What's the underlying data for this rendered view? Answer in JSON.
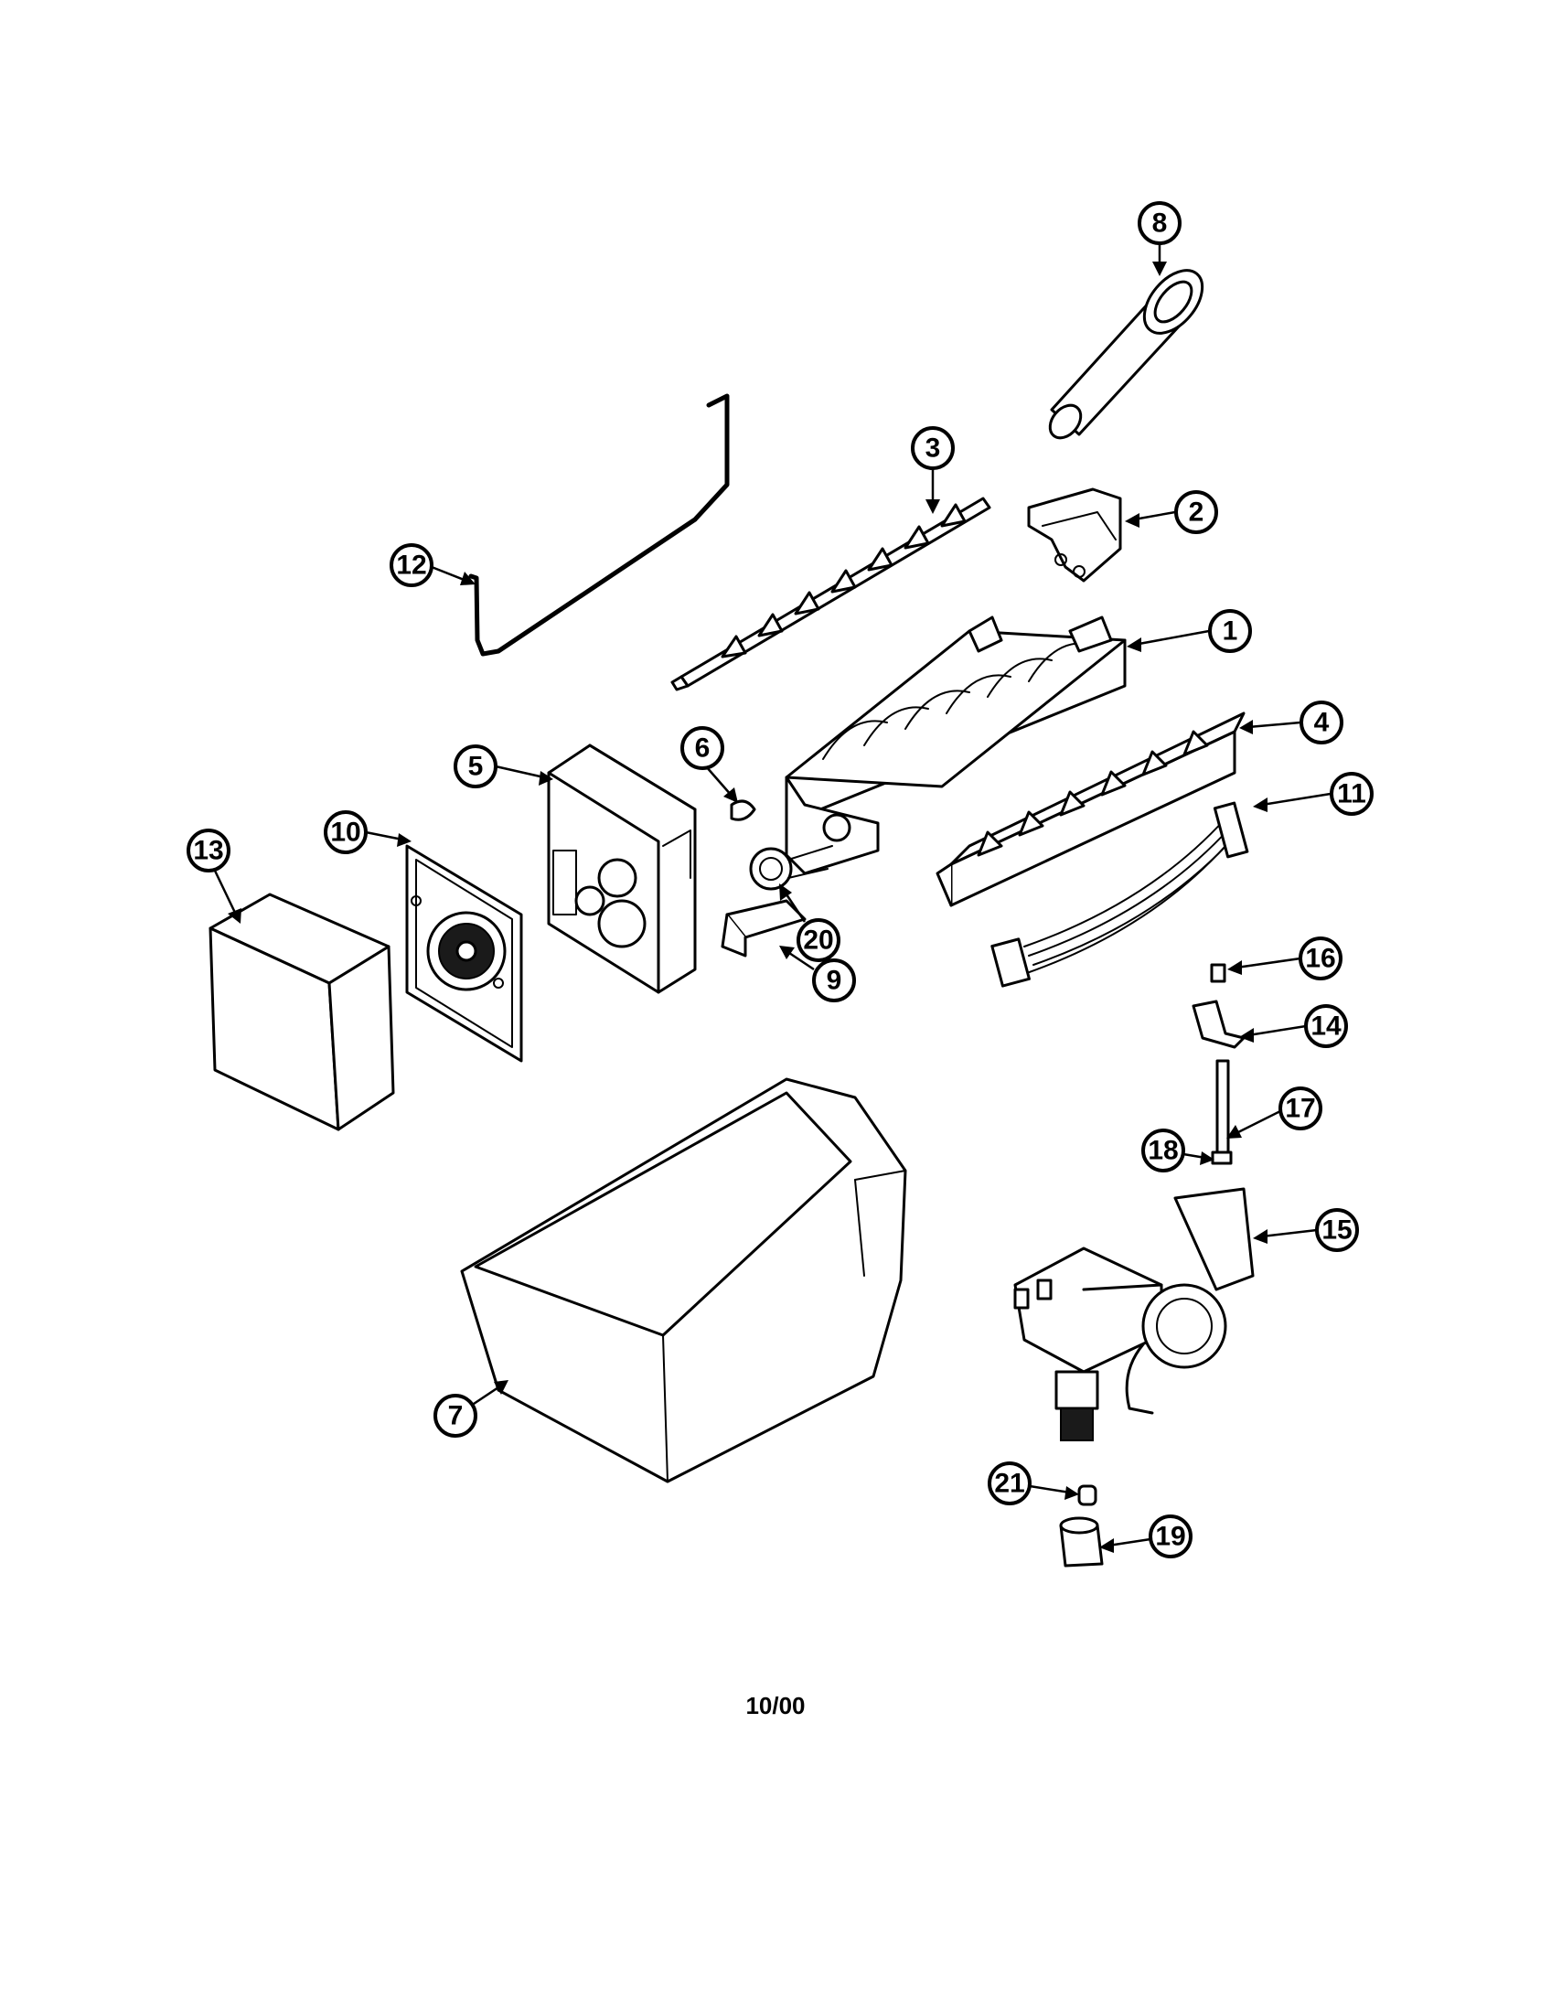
{
  "callouts": {
    "c1": "1",
    "c2": "2",
    "c3": "3",
    "c4": "4",
    "c5": "5",
    "c6": "6",
    "c7": "7",
    "c8": "8",
    "c9": "9",
    "c10": "10",
    "c11": "11",
    "c12": "12",
    "c13": "13",
    "c14": "14",
    "c15": "15",
    "c16": "16",
    "c17": "17",
    "c18": "18",
    "c19": "19",
    "c20": "20",
    "c21": "21"
  },
  "footer": {
    "date": "10/00"
  }
}
